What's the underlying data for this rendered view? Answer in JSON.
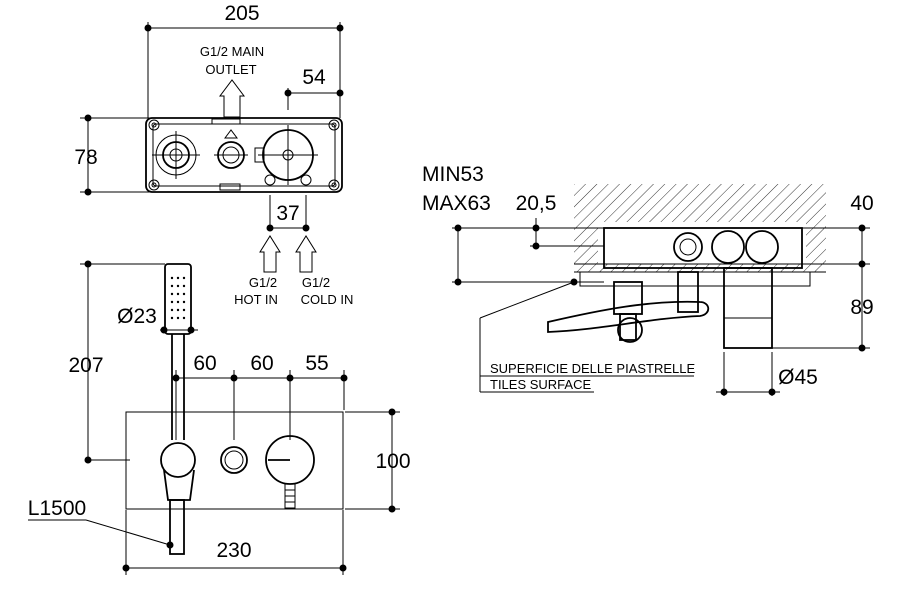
{
  "top_view": {
    "width": "205",
    "height": "78",
    "outlet_offset": "54",
    "inlet_spacing": "37",
    "main_outlet": [
      "G1/2  MAIN",
      "OUTLET"
    ],
    "hot_in": [
      "G1/2",
      "HOT IN"
    ],
    "cold_in": [
      "G1/2",
      "COLD IN"
    ]
  },
  "front_view": {
    "shower_height": "207",
    "handshower_diameter": "Ø23",
    "spacing_1": "60",
    "spacing_2": "60",
    "spacing_3": "55",
    "plate_height": "100",
    "plate_width": "230",
    "hose_length": "L1500"
  },
  "side_view": {
    "depth_range": [
      "MIN53",
      "MAX63"
    ],
    "offset": "20,5",
    "right_depth": "40",
    "projection": "89",
    "diameter": "Ø45",
    "surface_label": [
      "SUPERFICIE DELLE PIASTRELLE",
      "TILES SURFACE"
    ]
  }
}
